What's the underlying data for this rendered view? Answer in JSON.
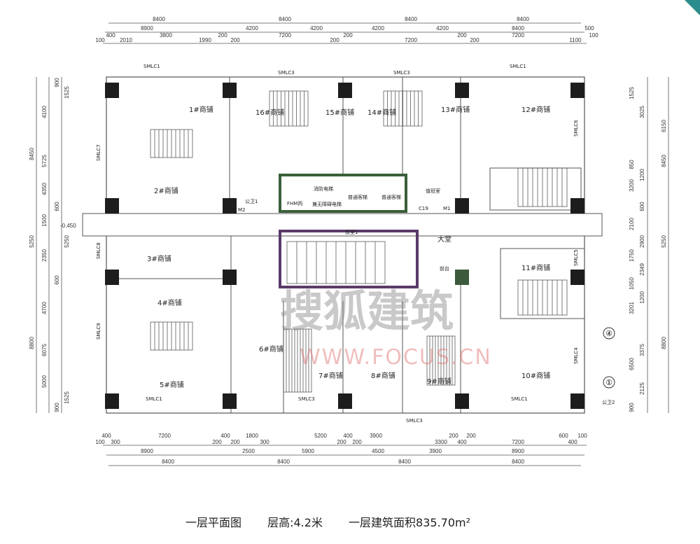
{
  "dims": {
    "top1": [
      "8400",
      "8400",
      "8400",
      "8400"
    ],
    "top2": [
      "8900",
      "4200",
      "4200",
      "4200",
      "4200",
      "8400",
      "500"
    ],
    "top3": [
      "100",
      "400",
      "2010",
      "3800",
      "1990",
      "200",
      "200",
      "7200",
      "200",
      "200",
      "7200",
      "200",
      "200",
      "7200",
      "1100",
      "100"
    ],
    "bottom1": [
      "100",
      "400",
      "300",
      "7200",
      "200",
      "400",
      "200",
      "1800",
      "300",
      "5200",
      "200",
      "400",
      "200",
      "3900",
      "3300",
      "200",
      "400",
      "200",
      "7200",
      "600",
      "400",
      "100"
    ],
    "bottom2": [
      "8900",
      "2500",
      "5900",
      "4500",
      "3900",
      "8900"
    ],
    "bottom3": [
      "8400",
      "8400",
      "8400",
      "8400"
    ],
    "left1": [
      "8450",
      "5250",
      "8800"
    ],
    "left2": [
      "4100",
      "5725",
      "4350",
      "1500",
      "2350",
      "4700",
      "6075",
      "5000"
    ],
    "left3": [
      "900",
      "1525",
      "600",
      "5250",
      "600",
      "1525",
      "900"
    ],
    "right1": [
      "6150",
      "8450",
      "5250",
      "8800"
    ],
    "right2": [
      "1525",
      "3025",
      "850",
      "1200",
      "3200",
      "600",
      "2100",
      "2900",
      "1750",
      "2349",
      "1050",
      "1200",
      "3201",
      "3375",
      "6500",
      "2125",
      "900"
    ]
  },
  "rooms": [
    "1#商铺",
    "2#商铺",
    "3#商铺",
    "4#商铺",
    "5#商铺",
    "6#商铺",
    "7#商铺",
    "8#商铺",
    "9#商铺",
    "10#商铺",
    "11#商铺",
    "12#商铺",
    "13#商铺",
    "14#商铺",
    "15#商铺",
    "16#商铺"
  ],
  "spaces": {
    "fire_elevator": "消防电梯",
    "accessible_elevator": "兼无障碍电梯",
    "passenger_elevator_1": "普通客梯",
    "passenger_elevator_2": "普通客梯",
    "duty_room": "值班室",
    "front_room": "前室1",
    "lobby": "大堂",
    "reception": "前台",
    "public_wc_1": "公卫1",
    "public_wc_2": "公卫2",
    "elevation": "-0.450"
  },
  "labels": {
    "smlc1_a": "SMLC1",
    "smlc3_a": "SMLC3",
    "smlc3_b": "SMLC3",
    "smlc1_b": "SMLC1",
    "smlc7": "SMLC7",
    "smlc8": "SMLC8",
    "smlc9": "SMLC9",
    "smlc6": "SMLC6",
    "smlc5": "SMLC5",
    "smlc4": "SMLC4",
    "smlc1_c": "SMLC1",
    "smlc3_c": "SMLC3",
    "smlc1_d": "SMLC1",
    "smlc3_d": "SMLC3",
    "fhm": "FHM丙",
    "c19": "C19",
    "m1": "M1",
    "m2": "M2"
  },
  "axes": [
    "④",
    "①"
  ],
  "watermark": {
    "brand": "搜狐建筑",
    "url": "WWW.FOCUS.CN"
  },
  "caption": {
    "title": "一层平面图",
    "height": "层高:4.2米",
    "area_label": "一层建筑面积835.70m²"
  }
}
